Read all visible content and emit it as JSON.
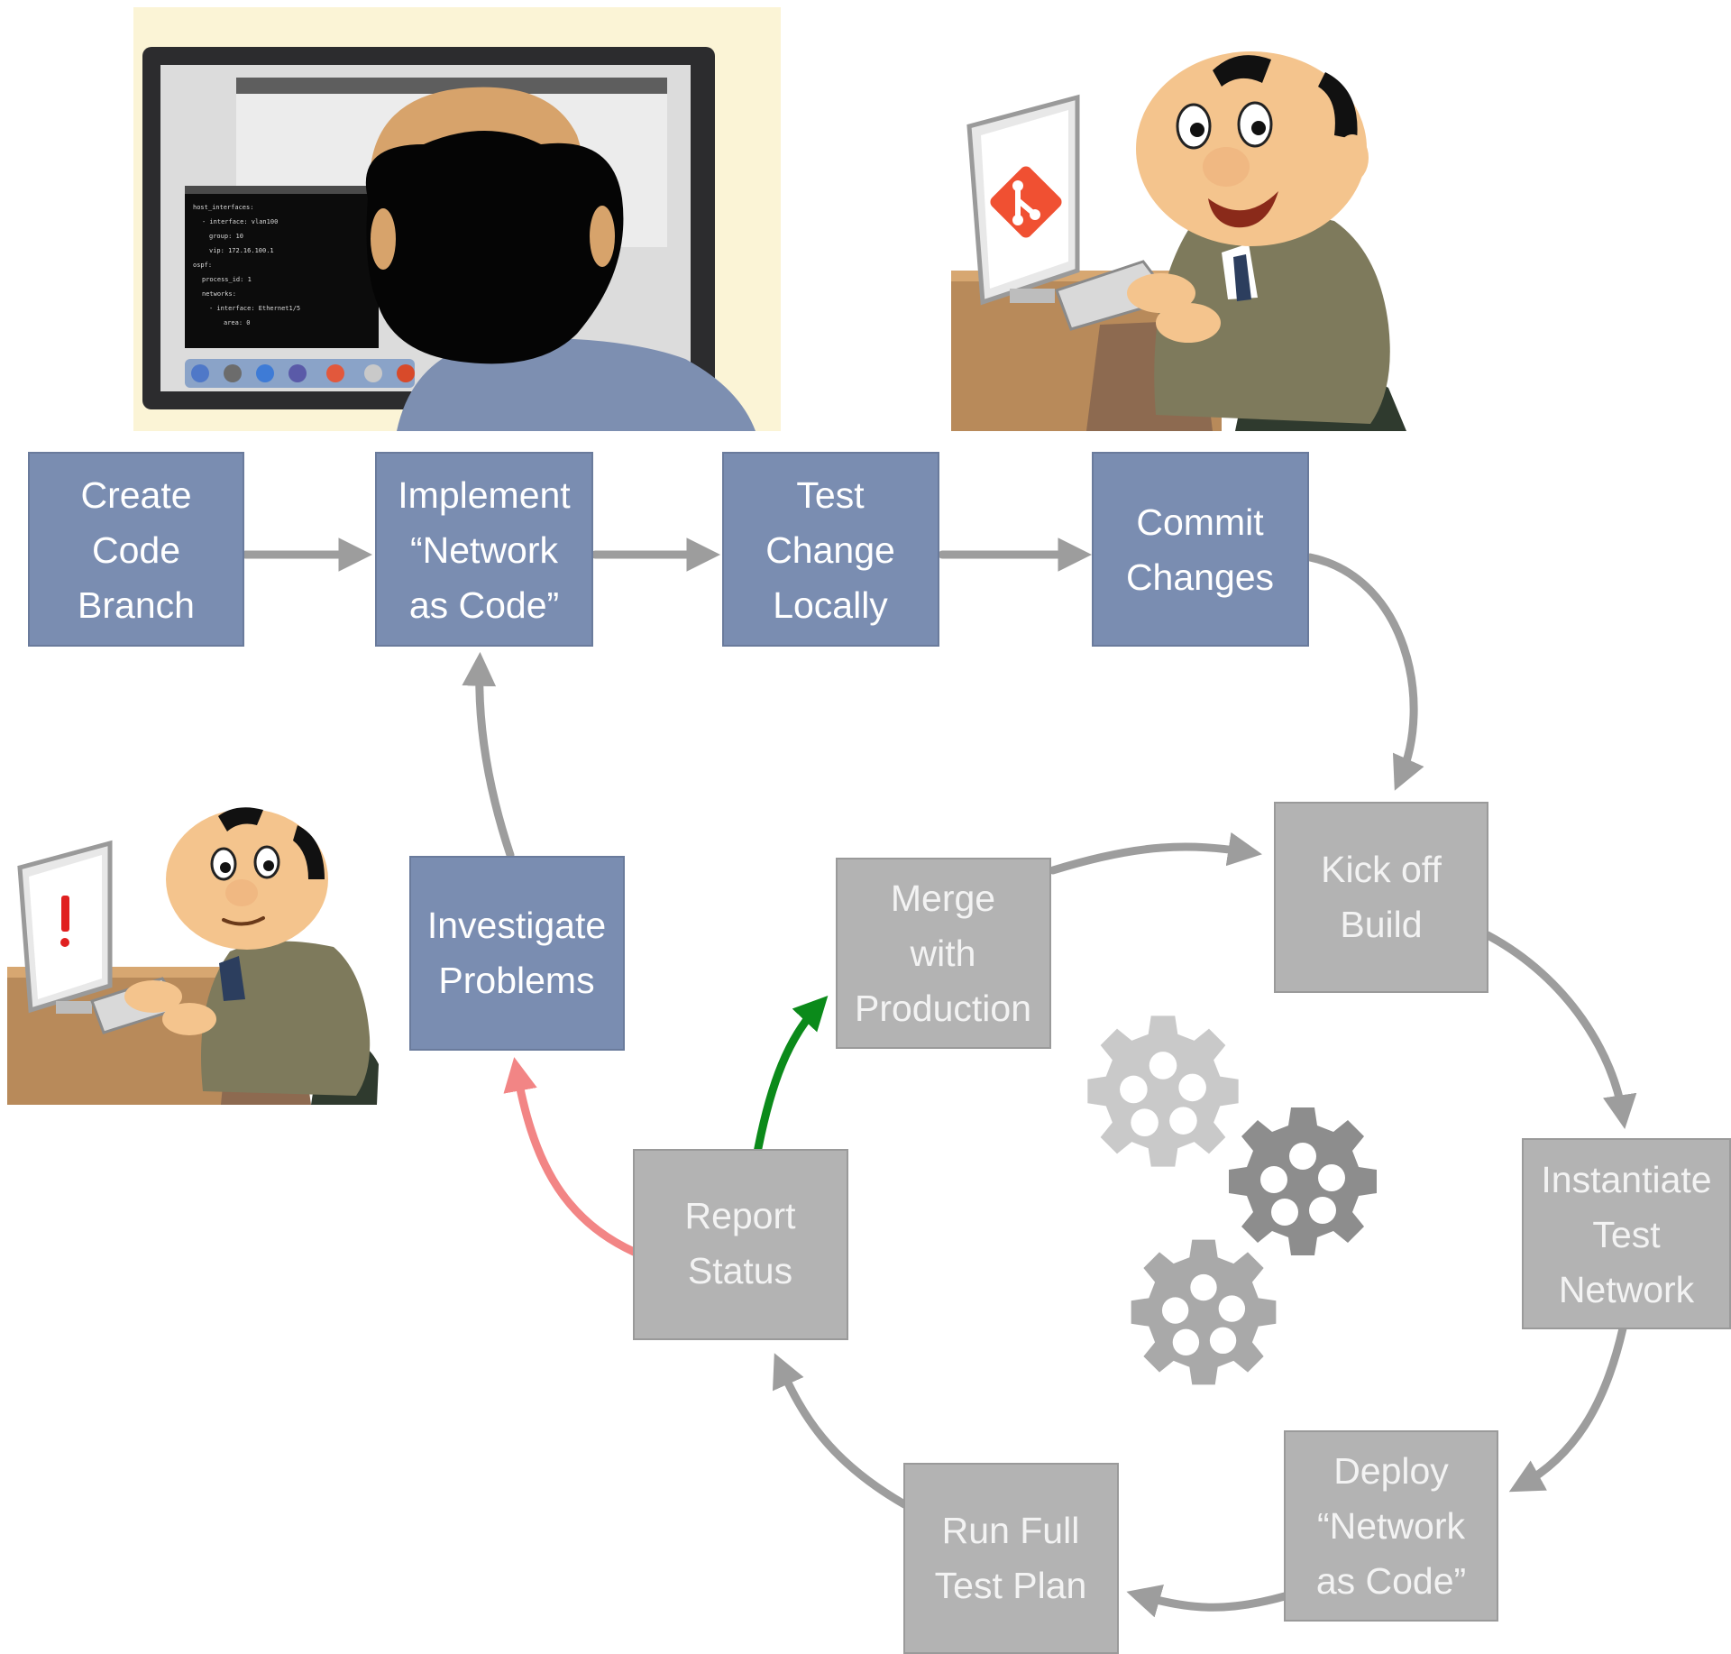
{
  "colors": {
    "blue_step": "#7a8db1",
    "gray_step": "#b3b3b3",
    "arrow_gray": "#9d9d9d",
    "arrow_green": "#0b8a1a",
    "arrow_pink": "#f28585",
    "git_logo": "#f05032",
    "alert_red": "#e02020"
  },
  "illustrations": {
    "top_left": "developer-at-monitor-coding",
    "top_right": "developer-typing-git-commit",
    "left": "developer-seeing-error-alert",
    "center": "gears-icon"
  },
  "steps": {
    "create_branch": [
      "Create",
      "Code",
      "Branch"
    ],
    "implement": [
      "Implement",
      "“Network",
      "as Code”"
    ],
    "test_locally": [
      "Test",
      "Change",
      "Locally"
    ],
    "commit": [
      "Commit",
      "Changes"
    ],
    "kick_off": [
      "Kick off",
      "Build"
    ],
    "instantiate": [
      "Instantiate",
      "Test",
      "Network"
    ],
    "deploy": [
      "Deploy",
      "“Network",
      "as Code”"
    ],
    "run_tests": [
      "Run Full",
      "Test Plan"
    ],
    "report": [
      "Report",
      "Status"
    ],
    "merge": [
      "Merge",
      "with",
      "Production"
    ],
    "investigate": [
      "Investigate",
      "Problems"
    ]
  }
}
